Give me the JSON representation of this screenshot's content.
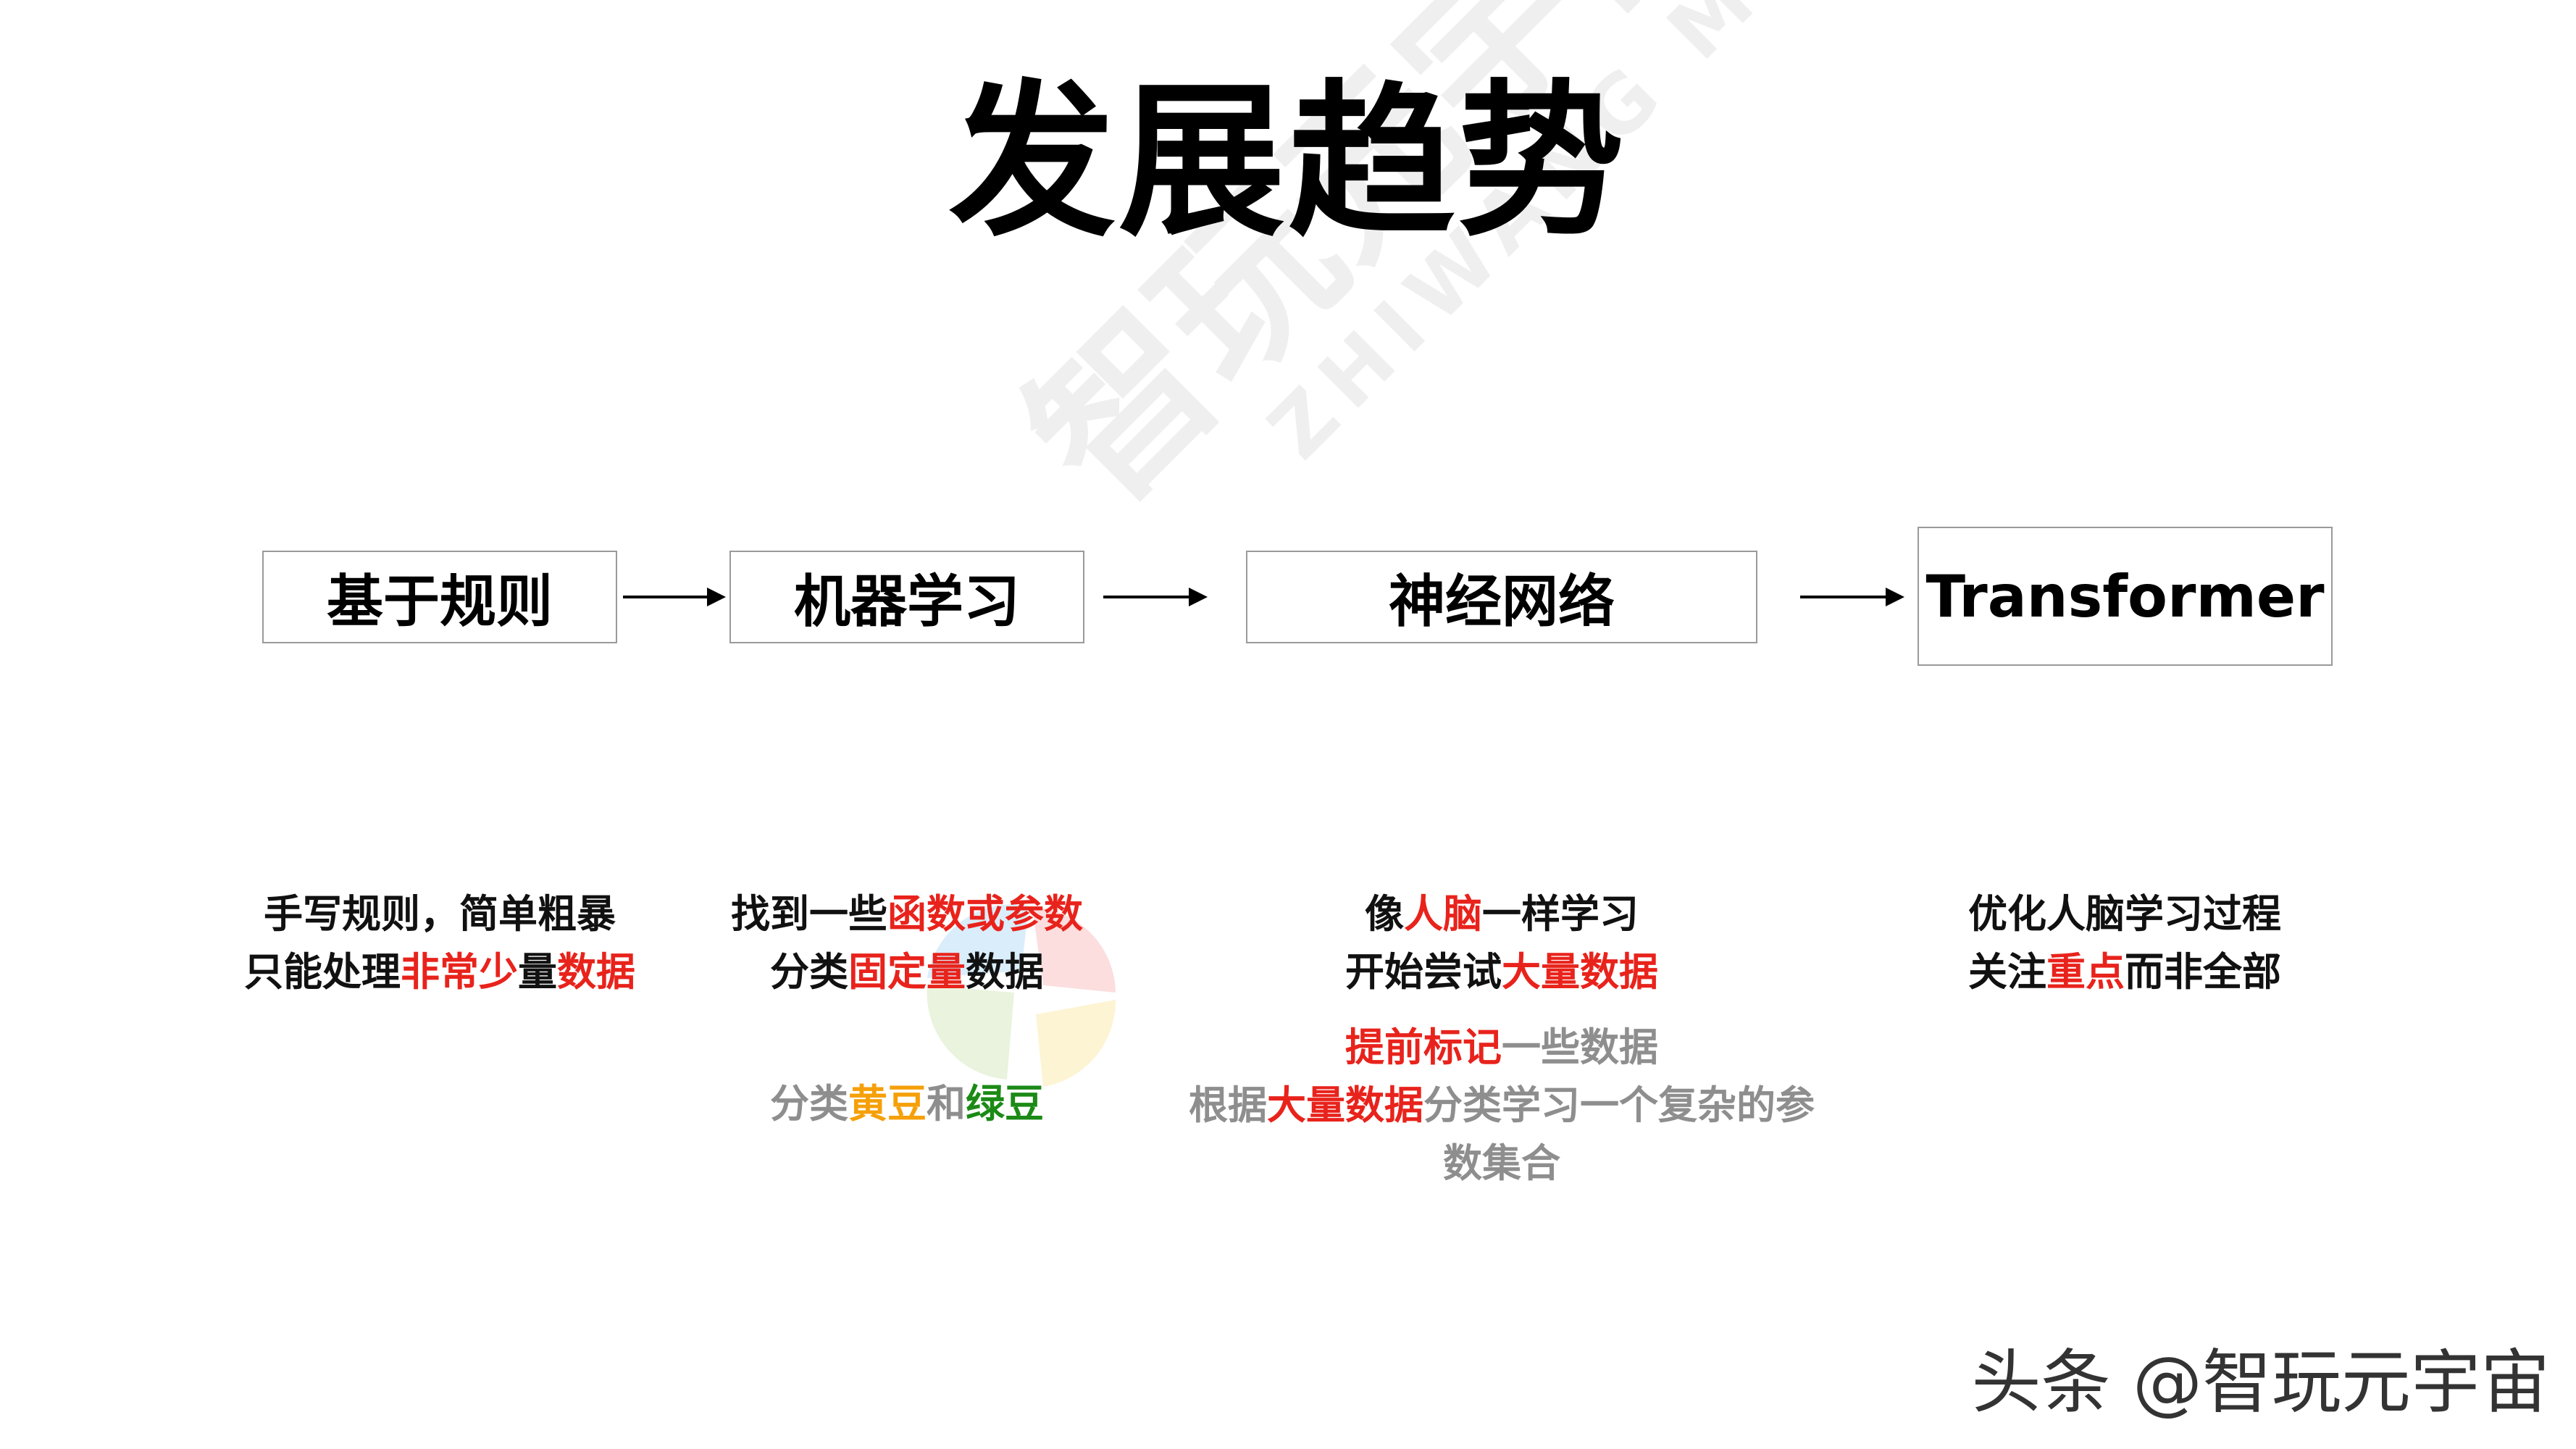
{
  "title": "发展趋势",
  "stages": [
    {
      "label": "基于规则"
    },
    {
      "label": "机器学习"
    },
    {
      "label": "神经网络"
    },
    {
      "label": "Transformer"
    }
  ],
  "descriptions": {
    "rules": {
      "l1": "手写规则，简单粗暴",
      "l2_a": "只能处理",
      "l2_b": "非常少",
      "l2_c": "量",
      "l2_d": "数据"
    },
    "ml": {
      "l1_a": "找到一些",
      "l1_b": "函数或参数",
      "l2_a": "分类",
      "l2_b": "固定量",
      "l2_c": "数据",
      "ex_a": "分类",
      "ex_b": "黄豆",
      "ex_c": "和",
      "ex_d": "绿豆"
    },
    "nn": {
      "l1_a": "像",
      "l1_b": "人脑",
      "l1_c": "一样学习",
      "l2_a": "开始尝试",
      "l2_b": "大量数据",
      "ex1_a": "提前标记",
      "ex1_b": "一些数据",
      "ex2_a": "根据",
      "ex2_b": "大量数据",
      "ex2_c": "分类学习一个复杂的参",
      "ex3": "数集合"
    },
    "tf": {
      "l1": "优化人脑学习过程",
      "l2_a": "关注",
      "l2_b": "重点",
      "l2_c": "而非全部"
    }
  },
  "watermark": {
    "cn": "智玩元宇宙",
    "en": "ZHIWANG METAVERSE"
  },
  "footer": "头条 @智玩元宇宙",
  "colors": {
    "highlight_red": "#e8231c",
    "highlight_orange": "#f5a00a",
    "highlight_green": "#1b8a16",
    "muted_gray": "#8e8e8e"
  }
}
